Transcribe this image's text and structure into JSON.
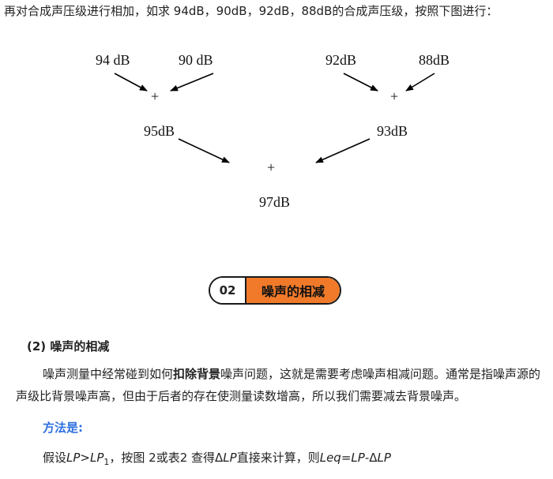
{
  "intro": {
    "text": "再对合成声压级进行相加，如求 94dB，90dB，92dB，88dB的合成声压级，按照下图进行："
  },
  "diagram": {
    "inputs": [
      "94 dB",
      "90 dB",
      "92dB",
      "88dB"
    ],
    "plus": "+",
    "intermediate": [
      "95dB",
      "93dB"
    ],
    "result": "97dB"
  },
  "section_badge": {
    "number": "02",
    "title": "噪声的相减"
  },
  "section_heading": "(2) 噪声的相减",
  "paragraph": {
    "part1": "噪声测量中经常碰到如何",
    "bold": "扣除背景",
    "part2": "噪声问题，这就是需要考虑噪声相减问题。通常是指噪声源的声级比背景噪声高，但由于后者的存在使测量读数增高，所以我们需要减去背景噪声。"
  },
  "method_label": "方法是:",
  "formula": {
    "t1": "假设",
    "lp": "LP",
    "gt": ">",
    "lp1": "LP",
    "sub1": "1",
    "t2": "，按图 2或表2 查得Δ",
    "lp_delta": "LP",
    "t3": "直接来计算，则",
    "leq": "Leq",
    "eq": "=",
    "lp_end": "LP",
    "minus": "-Δ",
    "lp_last": "LP"
  }
}
